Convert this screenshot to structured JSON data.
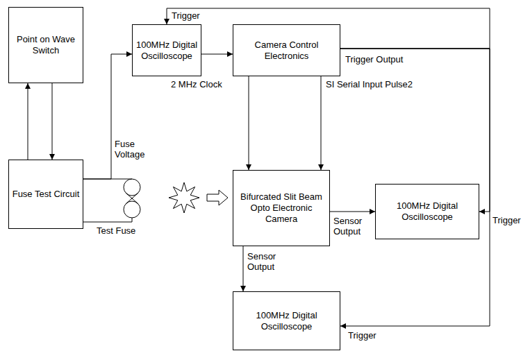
{
  "diagram": {
    "nodes": [
      {
        "text": [
          "Point on Wave Switch"
        ]
      },
      {
        "text": [
          "Fuse Test Circuit"
        ]
      },
      {
        "text": [
          "100MHz Digital Oscilloscope"
        ]
      },
      {
        "text": [
          "Camera Control Electronics"
        ]
      },
      {
        "text": [
          "Bifurcated Slit Beam Opto Electronic Camera"
        ]
      },
      {
        "text": [
          "100MHz Digital Oscilloscope"
        ]
      },
      {
        "text": [
          "100MHz Digital Oscilloscope"
        ]
      }
    ],
    "edges": [
      {
        "from": 0,
        "to": 1,
        "arrow": "to"
      },
      {
        "from": 1,
        "to": 0,
        "arrow": "to"
      },
      {
        "from": 1,
        "to": 2,
        "label": "Fuse Voltage",
        "arrow": "to"
      },
      {
        "from": 2,
        "to": 3,
        "label": "2 MHz Clock",
        "arrow": "to"
      },
      {
        "from": 3,
        "to": 4,
        "arrow": "to"
      },
      {
        "from": 3,
        "to": 4,
        "label": "SI Serial Input Pulse2",
        "arrow": "to"
      },
      {
        "from": 4,
        "to": 5,
        "label": "Sensor Output",
        "arrow": "to"
      },
      {
        "from": 4,
        "to": 6,
        "label": "Sensor Output",
        "arrow": "to"
      },
      {
        "from": 3,
        "to": 2,
        "label": "Trigger",
        "arrow": "to"
      },
      {
        "from": 3,
        "to": 5,
        "label": "Trigger",
        "arrow": "to"
      },
      {
        "from": 3,
        "to": 6,
        "label": "Trigger",
        "arrow": "to"
      }
    ],
    "labels": [
      "Trigger Output",
      "Test Fuse"
    ]
  }
}
